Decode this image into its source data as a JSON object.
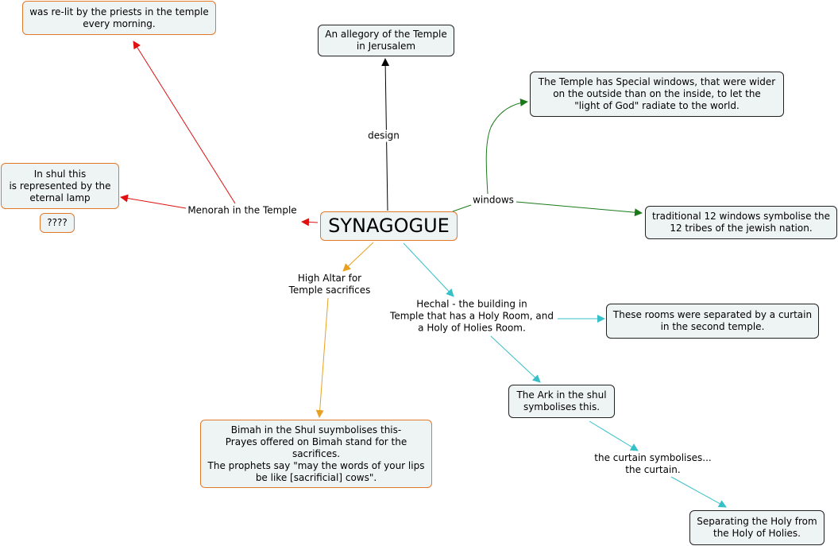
{
  "central": "SYNAGOGUE",
  "labels": {
    "design": "design",
    "windows": "windows",
    "menorah": "Menorah in the Temple",
    "altar": "High Altar for\nTemple sacrifices",
    "hechal": "Hechal - the building in\nTemple that has a Holy Room, and\na Holy of Holies Room.",
    "curtain": "the curtain symbolises...\nthe curtain."
  },
  "boxes": {
    "relit": "was re-lit by the priests in the temple\nevery morning.",
    "allegory": "An allegory of the Temple\nin Jerusalem",
    "special_windows": "The Temple has Special windows, that were wider\non the outside than on the inside, to let the\n\"light of God\" radiate to the world.",
    "lamp": "In shul this\nis represented by the\neternal lamp",
    "lamp_overlay": "????",
    "twelve": "traditional 12 windows symbolise the\n12 tribes of the jewish nation.",
    "rooms": "These rooms were separated by a curtain\nin the second temple.",
    "ark": "The Ark in the shul\nsymbolises this.",
    "bimah": "Bimah in the Shul suymbolises this-\nPrayes offered on Bimah stand for the\nsacrifices.\nThe prophets say \"may the words of your lips\nbe like [sacrificial] cows\".",
    "separating": "Separating the Holy from\nthe Holy of Holies."
  },
  "colors": {
    "black": "#000000",
    "red": "#e01010",
    "green": "#1a7a1a",
    "orange": "#e8a020",
    "teal": "#38c0c8"
  }
}
